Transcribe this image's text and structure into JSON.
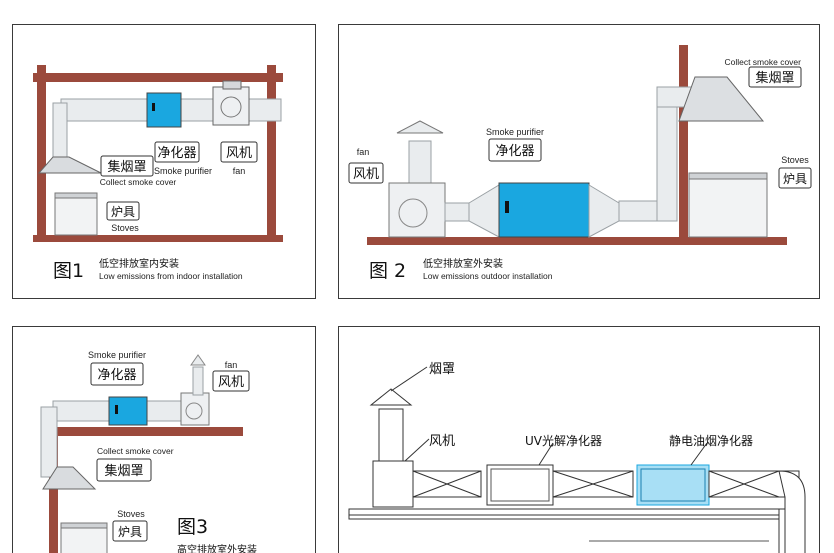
{
  "colors": {
    "brick": "#9b4a3c",
    "purifier_blue": "#1aa7e0",
    "duct_light": "#e9ecee",
    "duct_dark": "#b9bec2",
    "line": "#333333"
  },
  "fig1": {
    "cap_num": "图1",
    "cap_cn": "低空排放室内安装",
    "cap_en": "Low emissions from indoor installation",
    "purifier_cn": "净化器",
    "purifier_en": "Smoke purifier",
    "fan_cn": "风机",
    "fan_en": "fan",
    "hood_cn": "集烟罩",
    "hood_en": "Collect smoke cover",
    "stove_cn": "炉具",
    "stove_en": "Stoves"
  },
  "fig2": {
    "cap_num": "图 2",
    "cap_cn": "低空排放室外安装",
    "cap_en": "Low emissions outdoor installation",
    "purifier_cn": "净化器",
    "purifier_en": "Smoke purifier",
    "fan_cn": "风机",
    "fan_en": "fan",
    "hood_cn": "集烟罩",
    "hood_en": "Collect smoke cover",
    "stove_cn": "炉具",
    "stove_en": "Stoves"
  },
  "fig3": {
    "cap_num": "图3",
    "cap_cn": "高空排放室外安装",
    "purifier_cn": "净化器",
    "purifier_en": "Smoke purifier",
    "fan_cn": "风机",
    "fan_en": "fan",
    "hood_cn": "集烟罩",
    "hood_en": "Collect smoke cover",
    "stove_cn": "炉具",
    "stove_en": "Stoves"
  },
  "fig4": {
    "hood_cn": "烟罩",
    "fan_cn": "风机",
    "uv_label": "UV光解净化器",
    "esp_label": "静电油烟净化器"
  }
}
